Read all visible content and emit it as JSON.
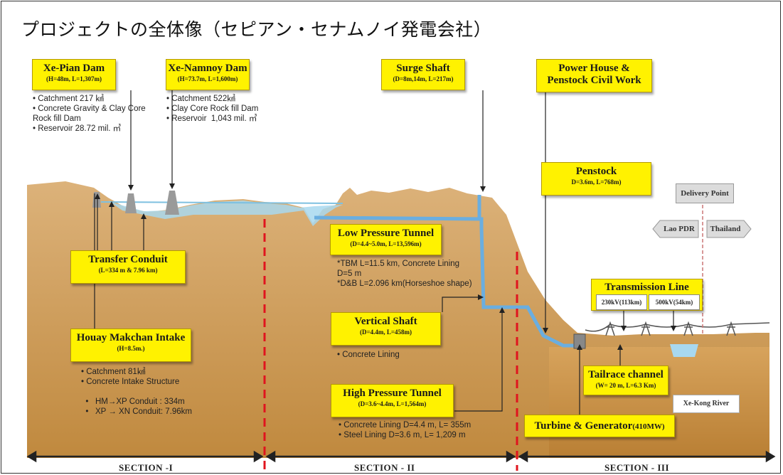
{
  "title": "プロジェクトの全体像（セピアン・セナムノイ発電会社）",
  "boxes": {
    "xe_pian_dam": {
      "title": "Xe-Pian Dam",
      "sub": "(H=48m, L=1,307m)"
    },
    "xe_namnoy_dam": {
      "title": "Xe-Namnoy Dam",
      "sub": "(H=73.7m, L=1,600m)"
    },
    "surge_shaft": {
      "title": "Surge Shaft",
      "sub": "(D=8m,14m, L=217m)"
    },
    "power_house": {
      "title": "Power House &",
      "title2": "Penstock Civil Work"
    },
    "penstock": {
      "title": "Penstock",
      "sub": "D=3.6m, L=768m)"
    },
    "low_pressure_tunnel": {
      "title": "Low Pressure Tunnel",
      "sub": "(D=4.4~5.0m, L=13,596m)"
    },
    "transfer_conduit": {
      "title": "Transfer Conduit",
      "sub": "(L=334 m & 7.96 km)"
    },
    "vertical_shaft": {
      "title": "Vertical Shaft",
      "sub": "(D=4.4m, L=458m)"
    },
    "houay_makchan": {
      "title": "Houay Makchan Intake",
      "sub": "(H=8.5m.)"
    },
    "high_pressure_tunnel": {
      "title": "High Pressure Tunnel",
      "sub": "(D=3.6~4.4m, L=1,564m)"
    },
    "transmission_line": {
      "title": "Transmission Line"
    },
    "tailrace": {
      "title": "Tailrace channel",
      "sub": "(W= 20 m, L=6.3 Km)"
    },
    "turbine": {
      "title": "Turbine & Generator",
      "sub": "(410MW)"
    }
  },
  "notes": {
    "xe_pian": "• Catchment 217 ㎢\n• Concrete Gravity & Clay Core\nRock fill Dam\n• Reservoir 28.72 mil. ㎥",
    "xe_namnoy": "• Catchment 522㎢\n• Clay Core Rock fill Dam\n• Reservoir  1,043 mil. ㎥",
    "low_pressure": "*TBM L=11.5 km, Concrete Lining\nD=5 m\n*D&B L=2.096 km(Horseshoe shape)",
    "vertical": "• Concrete Lining",
    "houay": "• Catchment 81㎢\n• Concrete Intake Structure\n\n  •   HM→XP Conduit : 334m\n  •   XP → XN Conduit: 7.96km",
    "high_pressure": "• Concrete Lining D=4.4 m, L= 355m\n• Steel Lining D=3.6 m, L= 1,209 m"
  },
  "tags": {
    "delivery_point": "Delivery Point",
    "lao_pdr": "Lao PDR",
    "thailand": "Thailand",
    "xe_kong_river": "Xe-Kong River",
    "kv230": "230kV(113km)",
    "kv500": "500kV(54km)"
  },
  "sections": [
    "SECTION -I",
    "SECTION - II",
    "SECTION - III"
  ],
  "colors": {
    "box": "#fff200",
    "ground": "#c8964a",
    "water": "#a8d8ef",
    "tunnel": "#6aaee0",
    "divider": "#e0141e"
  }
}
